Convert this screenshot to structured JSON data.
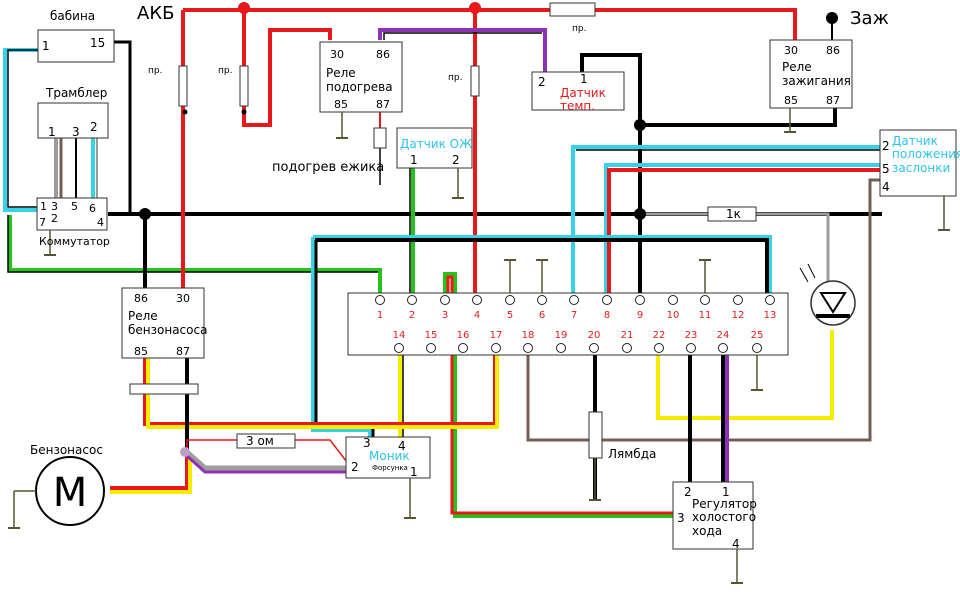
{
  "labels": {
    "akb": "АКБ",
    "zazh": "Заж",
    "babina": "бабина",
    "tramblr": "Трамблер",
    "kommutator": "Коммутатор",
    "rele_podogreva": [
      "Реле",
      "подогрева"
    ],
    "podogrev_ezhika": "подогрев ежика",
    "datchik_ozh": "Датчик ОЖ",
    "datchik_temp": [
      "Датчик",
      "темп."
    ],
    "rele_zazhiganiya": [
      "Реле",
      "зажигания"
    ],
    "datchik_polozheniya": [
      "Датчик",
      "положения",
      "заслонки"
    ],
    "rele_benzonasosa": [
      "Реле",
      "бензонасоса"
    ],
    "benzonasos": "Бензонасос",
    "motor": "M",
    "resistor_3om": "3 ом",
    "resistor_1k": "1к",
    "monik": "Моник",
    "forsunka": "Форсунка",
    "lyambda": "Лямбда",
    "regulyator": [
      "Регулятор",
      "холостого",
      "хода"
    ],
    "fuse": "пр."
  },
  "pins": {
    "babina": [
      "1",
      "15"
    ],
    "tramblr": [
      "1",
      "3",
      "2"
    ],
    "kommutator": [
      "1",
      "3",
      "5",
      "6",
      "7",
      "2",
      "4"
    ],
    "rele_podogreva": [
      "30",
      "86",
      "85",
      "87"
    ],
    "datchik_ozh": [
      "1",
      "2"
    ],
    "datchik_temp": [
      "2",
      "1"
    ],
    "rele_zazhiganiya": [
      "30",
      "86",
      "85",
      "87"
    ],
    "datchik_polozheniya": [
      "2",
      "5",
      "4"
    ],
    "rele_benzonasosa": [
      "86",
      "30",
      "85",
      "87"
    ],
    "monik": [
      "3",
      "4",
      "2",
      "1"
    ],
    "regulyator": [
      "2",
      "1",
      "3",
      "4"
    ]
  },
  "ecu_top": [
    "1",
    "2",
    "3",
    "4",
    "5",
    "6",
    "7",
    "8",
    "9",
    "10",
    "11",
    "12",
    "13"
  ],
  "ecu_bottom": [
    "14",
    "15",
    "16",
    "17",
    "18",
    "19",
    "20",
    "21",
    "22",
    "23",
    "24",
    "25"
  ],
  "colors": {
    "red": "#e8191a",
    "black": "#000000",
    "cyan": "#35d2e9",
    "green": "#27c21c",
    "yellow": "#f6ec00",
    "purple": "#8d31b5",
    "gray": "#9d9d9d",
    "brown": "#745d55",
    "text_red": "#e31b1b",
    "text_cyan": "#2cc4ea",
    "ground": "#555533"
  }
}
